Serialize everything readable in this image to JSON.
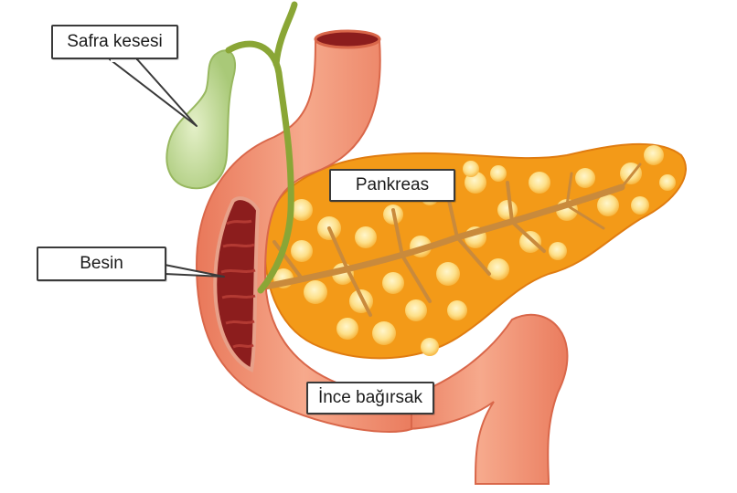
{
  "labels": {
    "gallbladder": "Safra kesesi",
    "pancreas": "Pankreas",
    "food": "Besin",
    "small_intestine": "İnce bağırsak"
  },
  "colors": {
    "intestine": "#f08a68",
    "intestine_light": "#f7b39a",
    "intestine_dark": "#d9674a",
    "lumen": "#8c1d1d",
    "pancreas": "#f6a21a",
    "pancreas_nodule": "#fde7a0",
    "duct": "#c98a3c",
    "gallbladder": "#b9d78a",
    "bile_duct": "#8aa636"
  }
}
